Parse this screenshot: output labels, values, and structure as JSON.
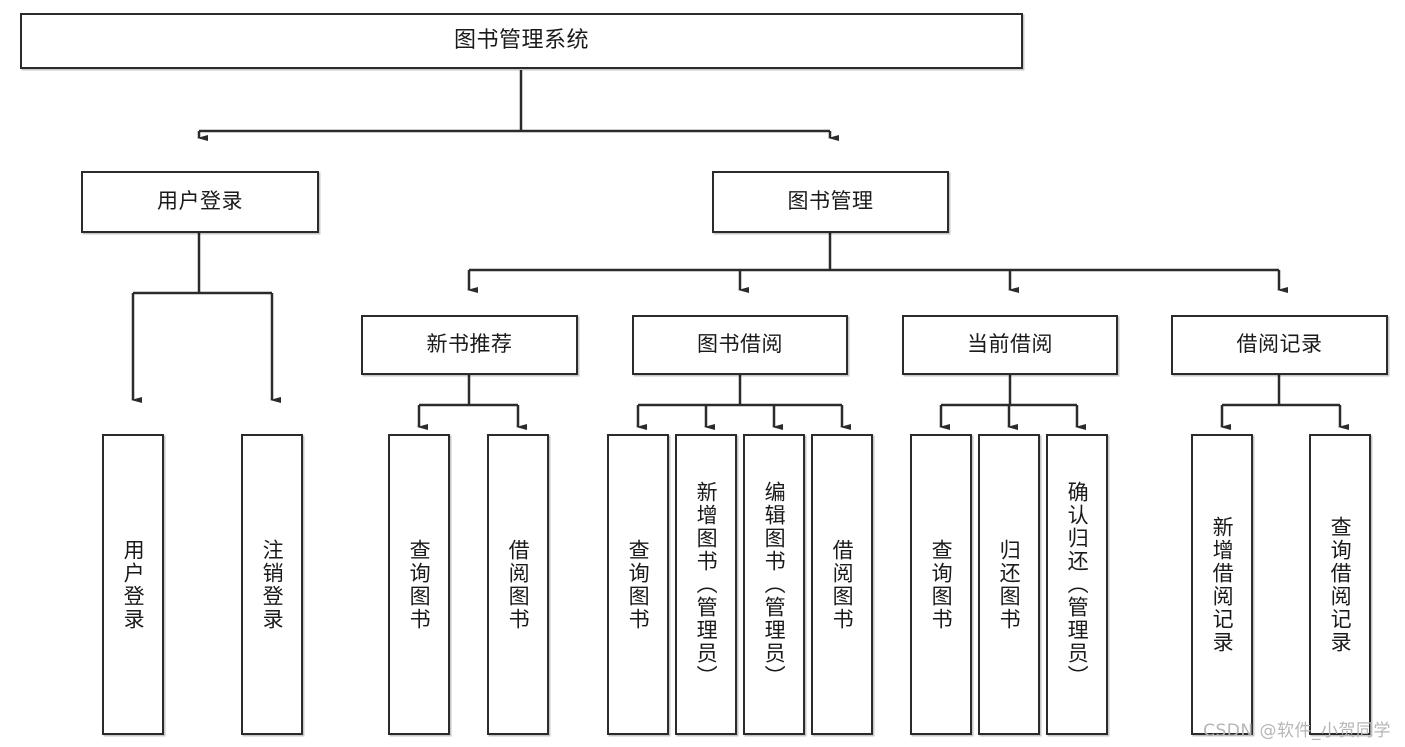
{
  "diagram": {
    "type": "tree-hierarchy",
    "title": "图书管理系统",
    "watermark": "CSDN @软件_小贺同学",
    "colors": {
      "node_border": "#2b2b2b",
      "node_fill": "#ffffff",
      "edge": "#2b2b2b",
      "text": "#1a1a1a",
      "watermark": "#b6b6b6"
    },
    "levels": {
      "root": {
        "label": "图书管理系统"
      },
      "level2": [
        {
          "id": "user-login",
          "label": "用户登录"
        },
        {
          "id": "book-manage",
          "label": "图书管理"
        }
      ],
      "level3": [
        {
          "id": "new-book-recommend",
          "label": "新书推荐"
        },
        {
          "id": "book-borrow",
          "label": "图书借阅"
        },
        {
          "id": "current-borrow",
          "label": "当前借阅"
        },
        {
          "id": "borrow-record",
          "label": "借阅记录"
        }
      ],
      "leaves": [
        {
          "id": "leaf-user-login",
          "label": "用户登录",
          "parent": "user-login"
        },
        {
          "id": "leaf-logout-login",
          "label": "注销登录",
          "parent": "user-login"
        },
        {
          "id": "leaf-query-book-1",
          "label": "查询图书",
          "parent": "new-book-recommend"
        },
        {
          "id": "leaf-borrow-book-1",
          "label": "借阅图书",
          "parent": "new-book-recommend"
        },
        {
          "id": "leaf-query-book-2",
          "label": "查询图书",
          "parent": "book-borrow"
        },
        {
          "id": "leaf-add-book",
          "label": "新增图书（管理员）",
          "parent": "book-borrow"
        },
        {
          "id": "leaf-edit-book",
          "label": "编辑图书（管理员）",
          "parent": "book-borrow"
        },
        {
          "id": "leaf-borrow-book-2",
          "label": "借阅图书",
          "parent": "book-borrow"
        },
        {
          "id": "leaf-query-book-3",
          "label": "查询图书",
          "parent": "current-borrow"
        },
        {
          "id": "leaf-return-book",
          "label": "归还图书",
          "parent": "current-borrow"
        },
        {
          "id": "leaf-confirm-return",
          "label": "确认归还（管理员）",
          "parent": "current-borrow"
        },
        {
          "id": "leaf-add-record",
          "label": "新增借阅记录",
          "parent": "borrow-record"
        },
        {
          "id": "leaf-query-record",
          "label": "查询借阅记录",
          "parent": "borrow-record"
        }
      ]
    }
  }
}
